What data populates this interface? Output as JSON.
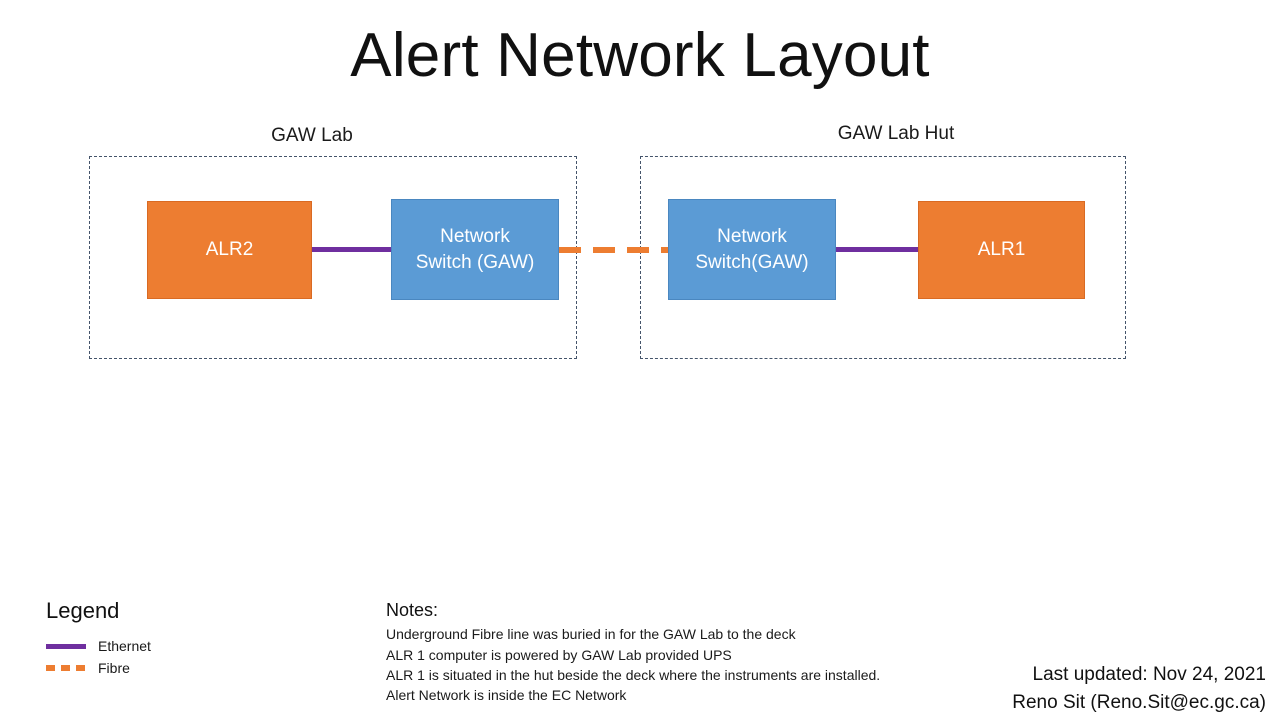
{
  "slide": {
    "title": "Alert Network Layout"
  },
  "groups": [
    {
      "id": "gaw-lab",
      "label": "GAW Lab"
    },
    {
      "id": "gaw-lab-hut",
      "label": "GAW Lab Hut"
    }
  ],
  "nodes": [
    {
      "id": "alr2",
      "label": "ALR2",
      "type": "computer",
      "color": "#ED7D31",
      "group": "GAW Lab"
    },
    {
      "id": "switch-lab",
      "line1": "Network",
      "line2": "Switch (GAW)",
      "type": "switch",
      "color": "#5B9BD5",
      "group": "GAW Lab"
    },
    {
      "id": "switch-hut",
      "line1": "Network",
      "line2": "Switch(GAW)",
      "type": "switch",
      "color": "#5B9BD5",
      "group": "GAW Lab Hut"
    },
    {
      "id": "alr1",
      "label": "ALR1",
      "type": "computer",
      "color": "#ED7D31",
      "group": "GAW Lab Hut"
    }
  ],
  "connections": [
    {
      "id": "alr2-to-switch-lab",
      "kind": "Ethernet",
      "style": "solid",
      "color": "#6F2F9F",
      "from": "ALR2",
      "to": "Network Switch (GAW)"
    },
    {
      "id": "switch-lab-to-switch-hut",
      "kind": "Fibre",
      "style": "dashed",
      "color": "#ED7D31",
      "from": "Network Switch (GAW)",
      "to": "Network Switch(GAW)"
    },
    {
      "id": "switch-hut-to-alr1",
      "kind": "Ethernet",
      "style": "solid",
      "color": "#6F2F9F",
      "from": "Network Switch(GAW)",
      "to": "ALR1"
    }
  ],
  "legend": {
    "title": "Legend",
    "items": [
      {
        "label": "Ethernet",
        "style": "solid",
        "color": "#6F2F9F"
      },
      {
        "label": "Fibre",
        "style": "dashed",
        "color": "#ED7D31"
      }
    ]
  },
  "notes": {
    "title": "Notes:",
    "lines": [
      "Underground  Fibre line was buried  in for the  GAW Lab to the  deck",
      "ALR 1 computer  is powered  by GAW  Lab provided  UPS",
      "ALR 1 is situated in the hut  beside the  deck where the  instruments  are installed.",
      "Alert Network  is inside the  EC Network"
    ]
  },
  "footer": {
    "last_updated": "Last updated: Nov 24, 2021",
    "author": "Reno Sit (Reno.Sit@ec.gc.ca)"
  }
}
